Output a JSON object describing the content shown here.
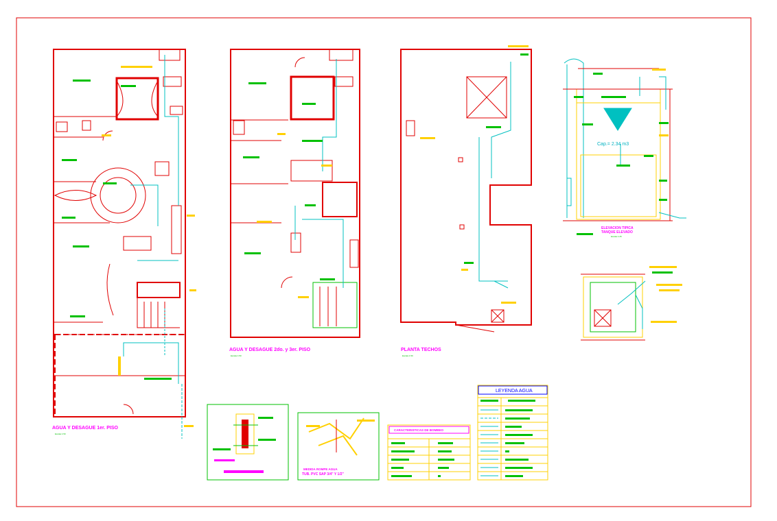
{
  "drawing": {
    "plan_first_floor": {
      "title": "AGUA Y DESAGUE 1er. PISO",
      "scale": "Escala 1:50"
    },
    "plan_upper_floors": {
      "title": "AGUA Y DESAGUE 2do. y 3er. PISO",
      "scale": "Escala 1:50"
    },
    "plan_roof": {
      "title": "PLANTA TECHOS",
      "scale": "Escala 1:50"
    },
    "tank_section": {
      "title_line1": "ELEVACION TIPICA",
      "title_line2": "TANQUE ELEVADO",
      "scale": "Escala 1:25",
      "capacity": "Cap.= 2.34 m3"
    },
    "pipe_detail": {
      "title_line1": "MEDIDA ROMPE AGUA",
      "title_line2": "TUB. PVC SAP 3/4\" Y 1/2\""
    },
    "pump_table": {
      "title": "CARACTERISTICAS DE BOMBEO"
    },
    "water_legend": {
      "title": "LEYENDA AGUA"
    },
    "colors": {
      "border": "#e00000",
      "walls": "#e00000",
      "water_pipe": "#00c0c0",
      "labels": "#ff00ff",
      "tags": "#00c000",
      "notes": "#ffd000"
    }
  }
}
